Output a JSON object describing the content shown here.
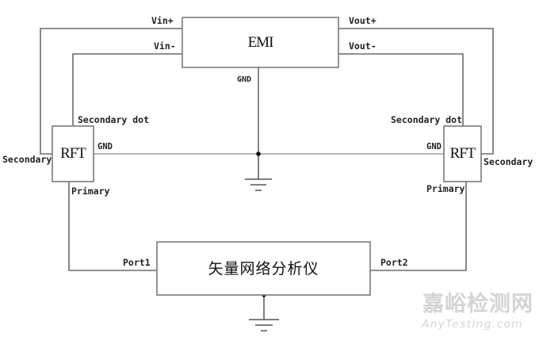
{
  "diagram": {
    "blocks": {
      "emi": {
        "label": "EMI"
      },
      "rft_left": {
        "label": "RFT"
      },
      "rft_right": {
        "label": "RFT"
      },
      "vna": {
        "label": "矢量网络分析仪"
      }
    },
    "pins": {
      "vin_plus": "Vin+",
      "vin_minus": "Vin-",
      "vout_plus": "Vout+",
      "vout_minus": "Vout-",
      "emi_gnd": "GND",
      "left_secondary_dot": "Secondary dot",
      "left_secondary": "Secondary",
      "left_gnd": "GND",
      "left_primary": "Primary",
      "right_secondary_dot": "Secondary dot",
      "right_secondary": "Secondary",
      "right_gnd": "GND",
      "right_primary": "Primary",
      "port1": "Port1",
      "port2": "Port2"
    },
    "colors": {
      "wire": "#6b6b6b",
      "box_border": "#7a7a7a",
      "text": "#222222",
      "watermark": "#d4d4d4"
    }
  },
  "watermark": {
    "cn": "嘉峪检测网",
    "en": "AnyTesting.com"
  }
}
